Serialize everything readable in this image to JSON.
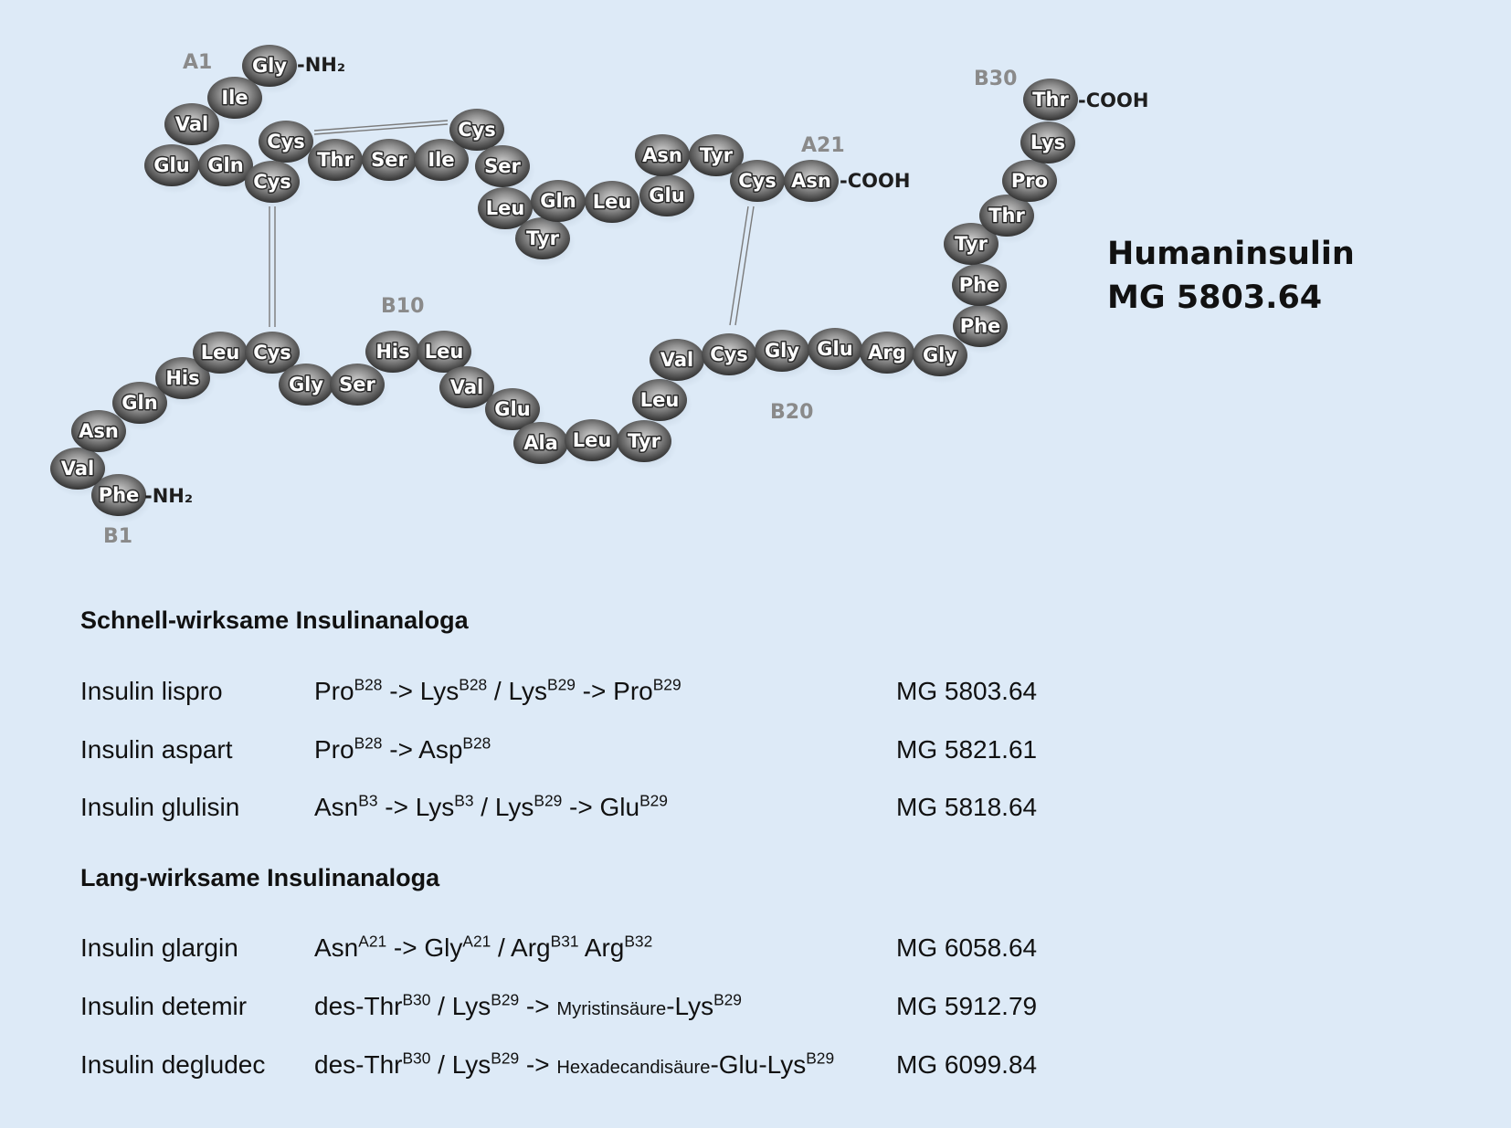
{
  "diagram": {
    "title": "Humaninsulin",
    "mw": "MG 5803.64",
    "markers": {
      "a1": "A1",
      "a21": "A21",
      "b1": "B1",
      "b10": "B10",
      "b20": "B20",
      "b30": "B30"
    },
    "termini": {
      "a_n": "-NH₂",
      "a_c": "-COOH",
      "b_n": "-NH₂",
      "b_c": "-COOH"
    },
    "a_chain": [
      "Gly",
      "Ile",
      "Val",
      "Glu",
      "Gln",
      "Cys",
      "Cys",
      "Thr",
      "Ser",
      "Ile",
      "Cys",
      "Ser",
      "Leu",
      "Tyr",
      "Gln",
      "Leu",
      "Glu",
      "Asn",
      "Tyr",
      "Cys",
      "Asn"
    ],
    "b_chain": [
      "Phe",
      "Val",
      "Asn",
      "Gln",
      "His",
      "Leu",
      "Cys",
      "Gly",
      "Ser",
      "His",
      "Leu",
      "Val",
      "Glu",
      "Ala",
      "Leu",
      "Tyr",
      "Leu",
      "Val",
      "Cys",
      "Gly",
      "Glu",
      "Arg",
      "Gly",
      "Phe",
      "Phe",
      "Tyr",
      "Thr",
      "Pro",
      "Lys",
      "Thr"
    ]
  },
  "sections": [
    {
      "title": "Schnell-wirksame Insulinanaloga",
      "rows": [
        {
          "name": "Insulin lispro",
          "mutation": [
            [
              "Pro",
              ""
            ],
            [
              "B28",
              "sup"
            ],
            [
              " -> Lys",
              ""
            ],
            [
              "B28",
              "sup"
            ],
            [
              " / Lys",
              ""
            ],
            [
              "B29",
              "sup"
            ],
            [
              " -> Pro",
              ""
            ],
            [
              "B29",
              "sup"
            ]
          ],
          "mw": "MG 5803.64"
        },
        {
          "name": "Insulin aspart",
          "mutation": [
            [
              "Pro",
              ""
            ],
            [
              "B28",
              "sup"
            ],
            [
              " -> Asp",
              ""
            ],
            [
              "B28",
              "sup"
            ]
          ],
          "mw": "MG 5821.61"
        },
        {
          "name": "Insulin glulisin",
          "mutation": [
            [
              "Asn",
              ""
            ],
            [
              "B3",
              "sup"
            ],
            [
              " -> Lys",
              ""
            ],
            [
              "B3",
              "sup"
            ],
            [
              " / Lys",
              ""
            ],
            [
              "B29",
              "sup"
            ],
            [
              " -> Glu",
              ""
            ],
            [
              "B29",
              "sup"
            ]
          ],
          "mw": "MG 5818.64"
        }
      ]
    },
    {
      "title": "Lang-wirksame Insulinanaloga",
      "rows": [
        {
          "name": "Insulin glargin",
          "mutation": [
            [
              "Asn",
              ""
            ],
            [
              "A21",
              "sup"
            ],
            [
              " -> Gly",
              ""
            ],
            [
              "A21",
              "sup"
            ],
            [
              " / Arg",
              ""
            ],
            [
              "B31",
              "sup"
            ],
            [
              " Arg",
              ""
            ],
            [
              "B32",
              "sup"
            ]
          ],
          "mw": "MG 6058.64"
        },
        {
          "name": "Insulin detemir",
          "mutation": [
            [
              "des-Thr",
              ""
            ],
            [
              "B30",
              "sup"
            ],
            [
              " / Lys",
              ""
            ],
            [
              "B29",
              "sup"
            ],
            [
              " -> ",
              ""
            ],
            [
              "Myristinsäure",
              "small"
            ],
            [
              "-Lys",
              ""
            ],
            [
              "B29",
              "sup"
            ]
          ],
          "mw": "MG 5912.79"
        },
        {
          "name": "Insulin degludec",
          "mutation": [
            [
              " des-Thr",
              ""
            ],
            [
              "B30",
              "sup"
            ],
            [
              " / Lys",
              ""
            ],
            [
              "B29",
              "sup"
            ],
            [
              " -> ",
              ""
            ],
            [
              "Hexadecandisäure",
              "small"
            ],
            [
              "-Glu-Lys",
              ""
            ],
            [
              "B29",
              "sup"
            ]
          ],
          "mw": "MG 6099.84"
        }
      ]
    }
  ]
}
